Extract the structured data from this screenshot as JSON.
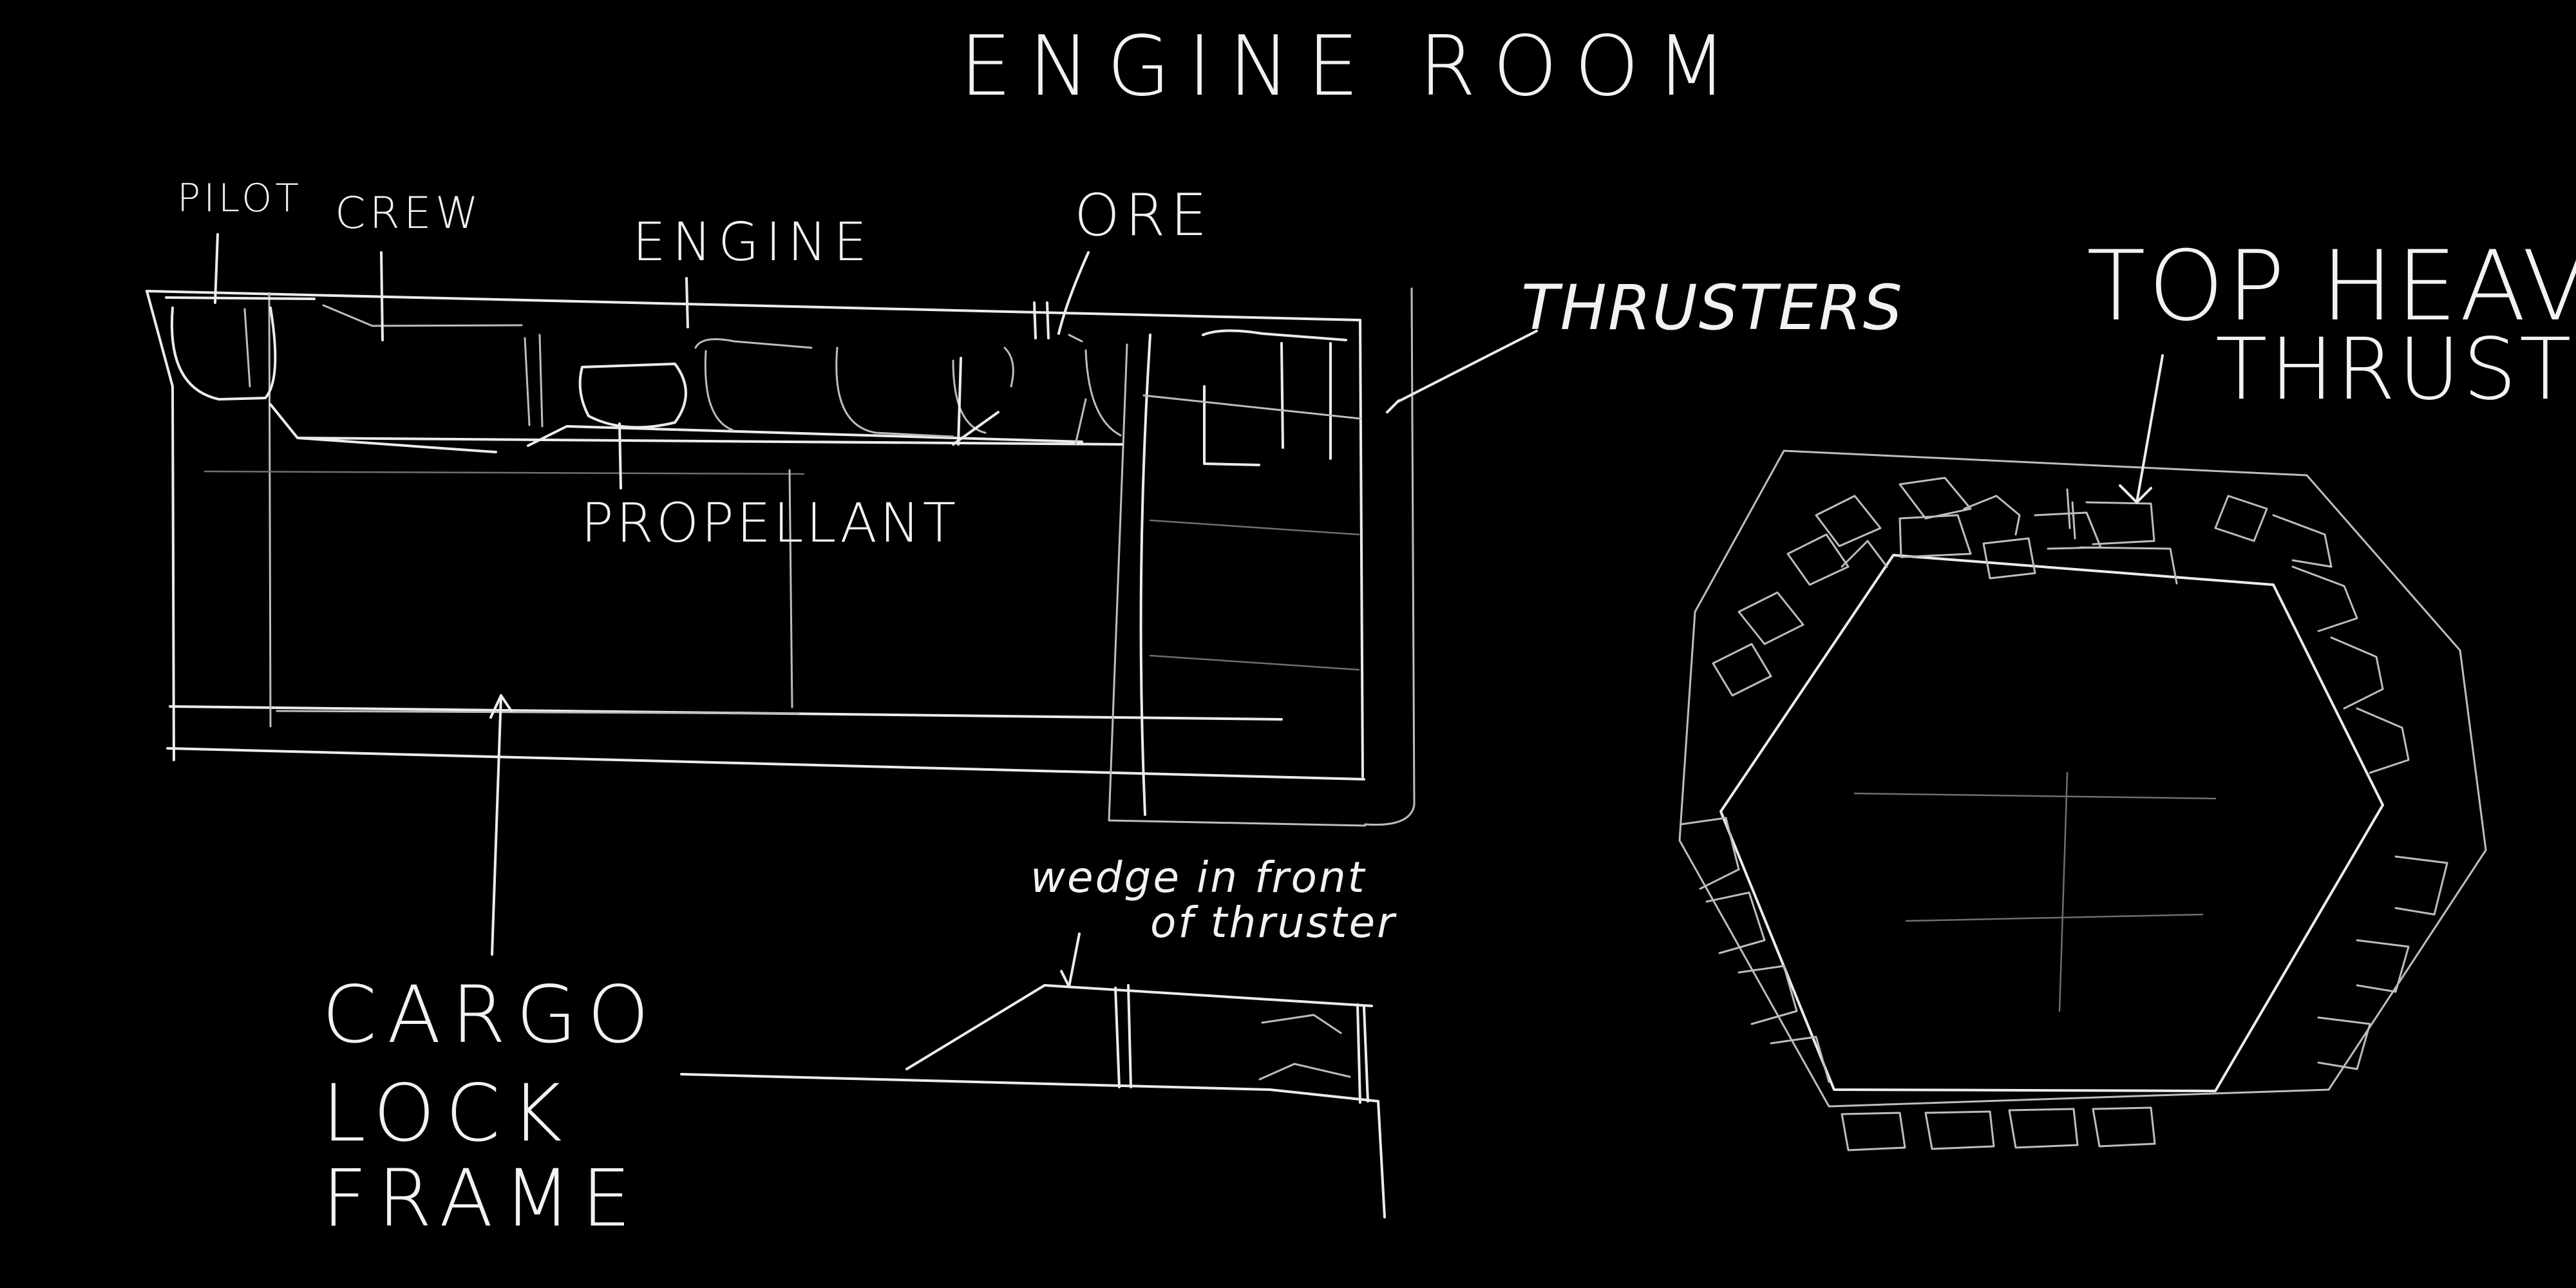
{
  "title": "ENGINE ROOM",
  "labels": {
    "pilot": "PILOT",
    "crew": "CREW",
    "engine": "ENGINE",
    "ore": "ORE",
    "thrusters": "THRUSTERS",
    "propellant": "PROPELLANT",
    "cargo_lock_frame": [
      "CARGO",
      "LOCK",
      "FRAME"
    ],
    "wedge_note": [
      "wedge in front",
      "of thruster"
    ],
    "top_heavy_thrust": [
      "TOP HEAVY",
      "THRUST"
    ]
  },
  "colors": {
    "background": "#000000",
    "ink": "#ececec"
  }
}
